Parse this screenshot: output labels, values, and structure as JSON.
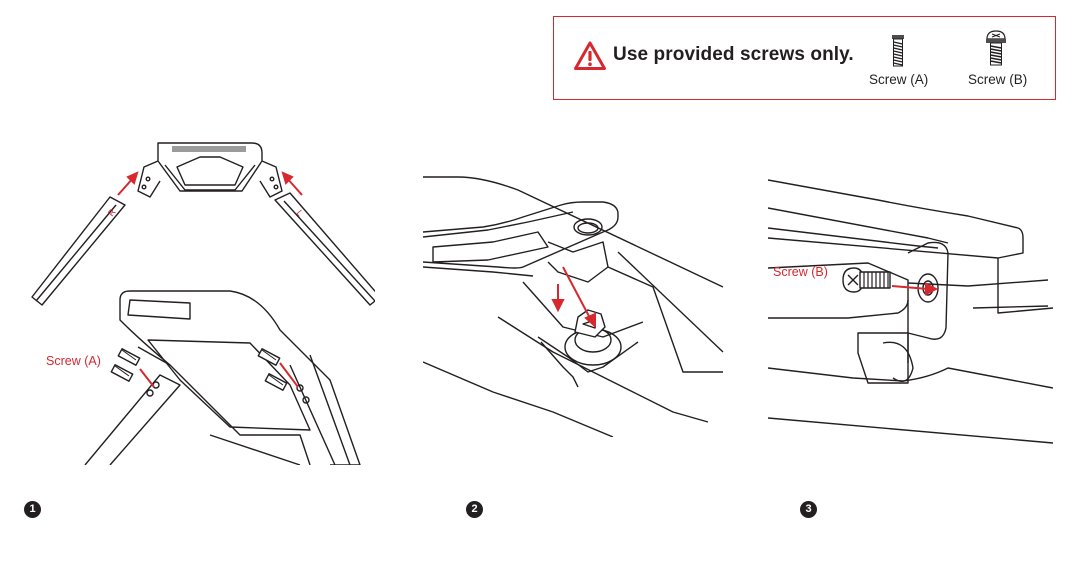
{
  "warning": {
    "message": "Use provided screws only.",
    "screw_a_label": "Screw (A)",
    "screw_b_label": "Screw (B)",
    "accent_color": "#d7282f"
  },
  "panel1": {
    "callout": "Screw (A)",
    "marker_left": "R",
    "marker_right": "L"
  },
  "panel3": {
    "callout": "Screw (B)"
  },
  "steps": [
    {
      "label": "1"
    },
    {
      "label": "2"
    },
    {
      "label": "3"
    }
  ]
}
